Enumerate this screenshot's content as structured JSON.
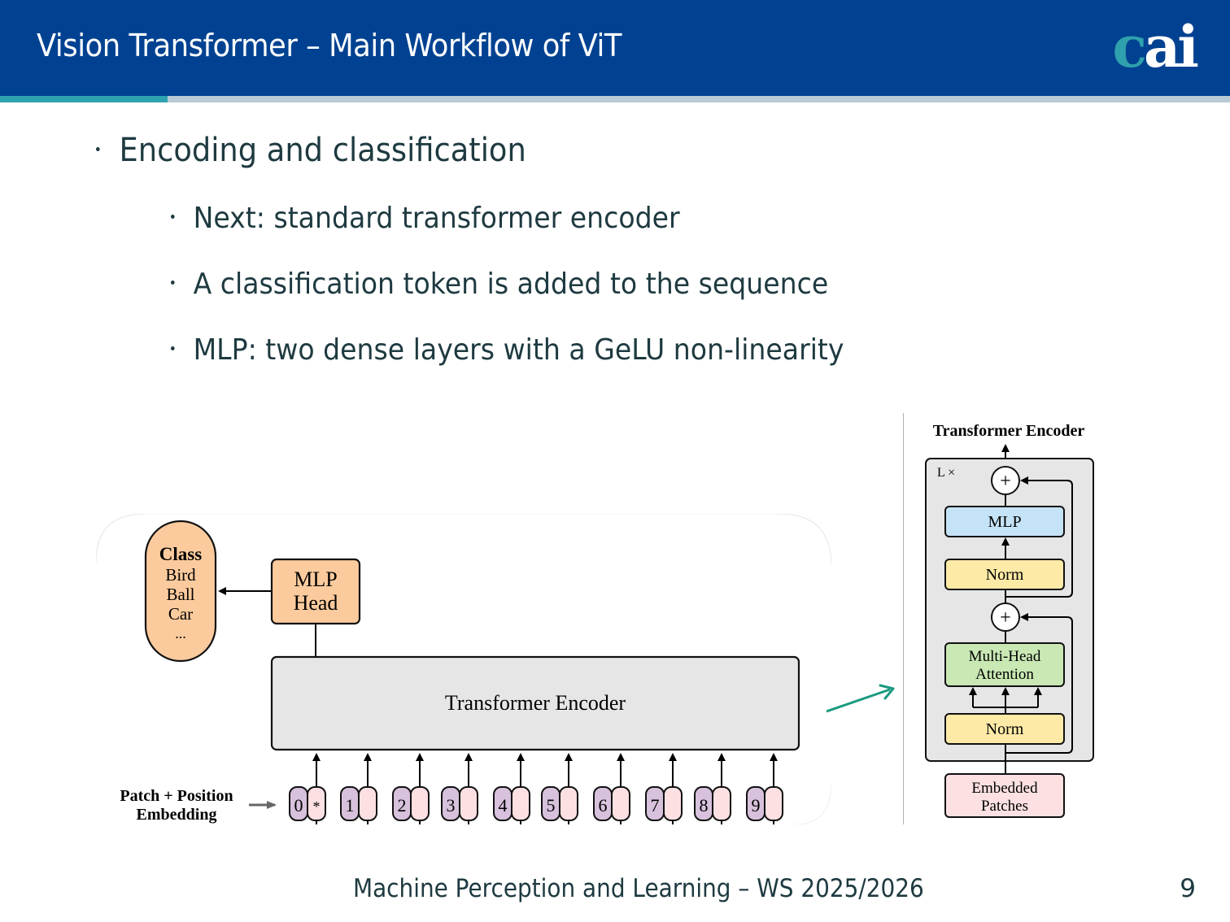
{
  "header": {
    "title": "Vision Transformer – Main Workflow of ViT",
    "logo": {
      "c": "c",
      "ai": "ai"
    },
    "colors": {
      "background": "#004291",
      "accent": "#2ea3b0",
      "rule": "#b8cad3"
    }
  },
  "bullets": {
    "level1": "Encoding and classification",
    "level2": [
      "Next: standard transformer encoder",
      "A classification token is added to the sequence",
      "MLP: two dense layers with a GeLU non-linearity"
    ]
  },
  "vit_diagram": {
    "class_box": {
      "title": "Class",
      "items": [
        "Bird",
        "Ball",
        "Car",
        "..."
      ]
    },
    "mlp_head": {
      "line1": "MLP",
      "line2": "Head"
    },
    "encoder_label": "Transformer Encoder",
    "embedding_label": {
      "line1": "Patch + Position",
      "line2": "Embedding"
    },
    "tokens": [
      "0",
      "1",
      "2",
      "3",
      "4",
      "5",
      "6",
      "7",
      "8",
      "9"
    ],
    "cls_marker": "*"
  },
  "encoder_diagram": {
    "title": "Transformer Encoder",
    "repeat_label": "L ×",
    "plus": "+",
    "mlp": "MLP",
    "norm_top": "Norm",
    "attention": {
      "line1": "Multi-Head",
      "line2": "Attention"
    },
    "norm_bottom": "Norm",
    "input": {
      "line1": "Embedded",
      "line2": "Patches"
    }
  },
  "footer": {
    "course": "Machine Perception and Learning – WS 2025/2026",
    "page": "9"
  }
}
